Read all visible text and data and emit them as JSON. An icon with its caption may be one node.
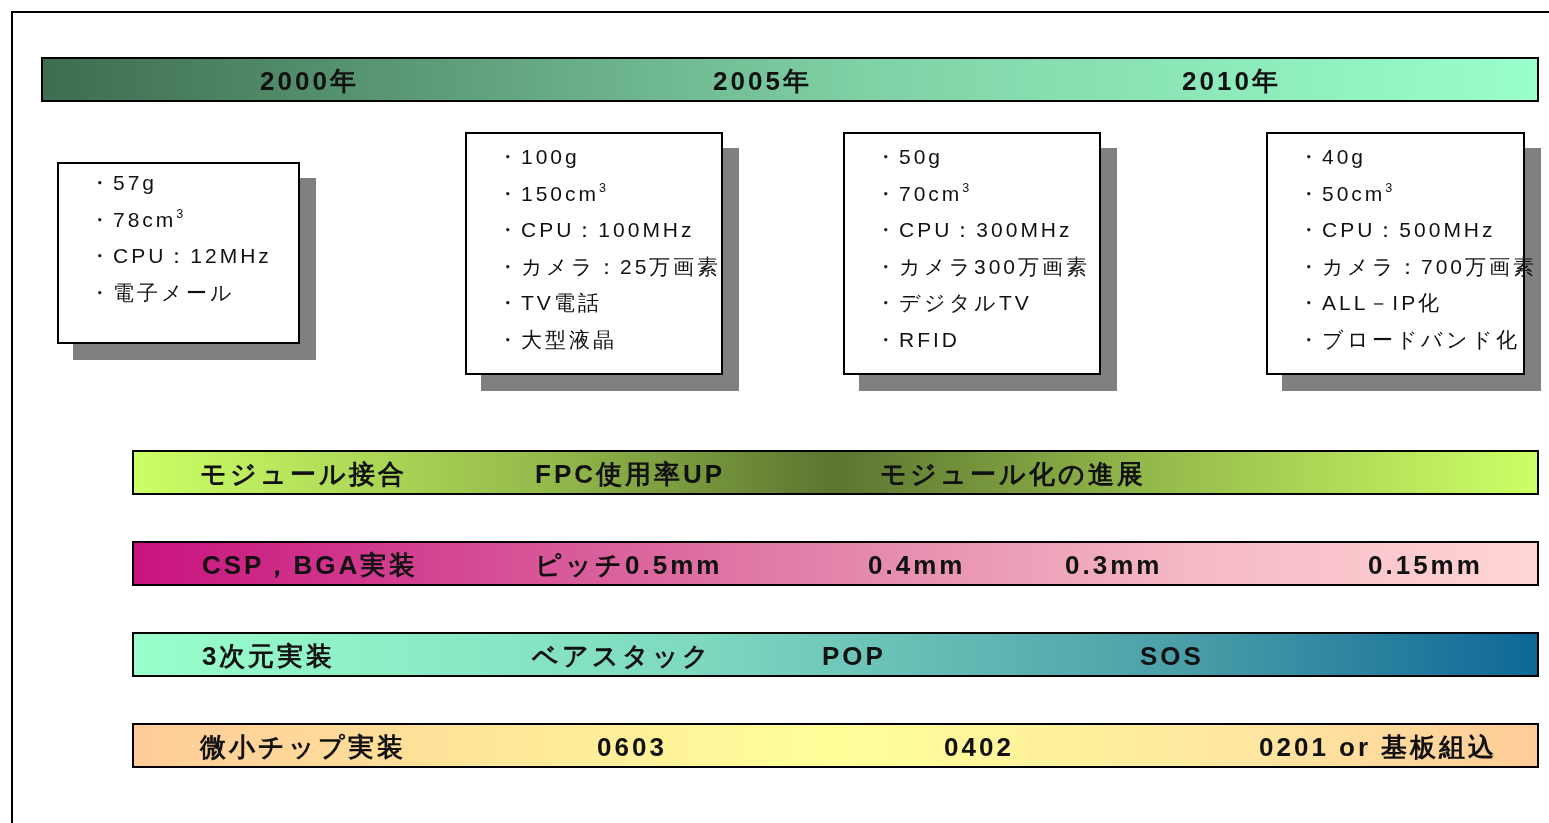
{
  "diagram": {
    "nodes": [
      {
        "text": [
          "2000年",
          "2005年",
          "2010年"
        ]
      },
      {
        "text": [
          "・57g",
          "・78cm$^{3}$",
          "・CPU：12MHz",
          "・電子メール"
        ]
      },
      {
        "text": [
          "・100g",
          "・150cm$^{3}$",
          "・CPU：100MHz",
          "・カメラ：25万画素",
          "・TV電話",
          "・大型液晶"
        ]
      },
      {
        "text": [
          "・50g",
          "・70cm$^{3}$",
          "・CPU：300MHz",
          "・カメラ300万画素",
          "・デジタルTV",
          "・RFID"
        ]
      },
      {
        "text": [
          "・40g",
          "・50cm$^{3}$",
          "・CPU：500MHz",
          "・カメラ：700万画素",
          "・ALL－IP化",
          "・ブロードバンド化"
        ]
      },
      {
        "text": [
          "モジュール接合",
          "FPC使用率UP",
          "モジュール化の進展"
        ]
      },
      {
        "text": [
          "CSP，BGA実装",
          "ピッチ0.5mm",
          "0.4mm",
          "0.3mm",
          "0.15mm"
        ]
      },
      {
        "text": [
          "3次元実装",
          "ベアスタック",
          "POP",
          "SOS"
        ]
      },
      {
        "text": [
          "微小チップ実装",
          "0603",
          "0402",
          "0201 or  基板組込"
        ]
      }
    ]
  }
}
